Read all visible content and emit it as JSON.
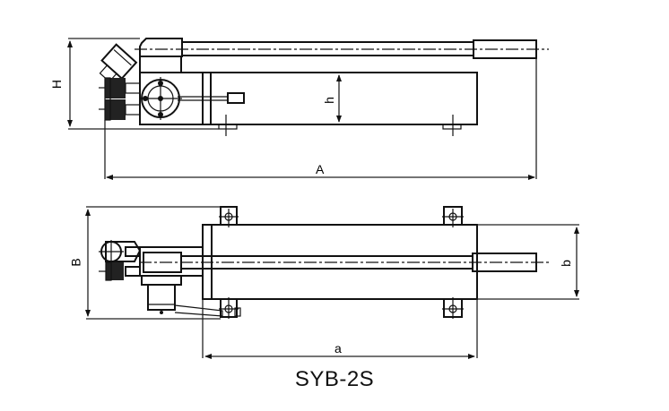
{
  "drawing": {
    "model_title": "SYB-2S",
    "side_view": {
      "dimension_labels": {
        "overall_length": "A",
        "overall_height": "H",
        "body_height": "h"
      }
    },
    "top_view": {
      "dimension_labels": {
        "overall_width": "B",
        "mount_length": "a",
        "mount_width": "b"
      }
    },
    "colors": {
      "line": "#111111",
      "background": "#ffffff"
    }
  }
}
